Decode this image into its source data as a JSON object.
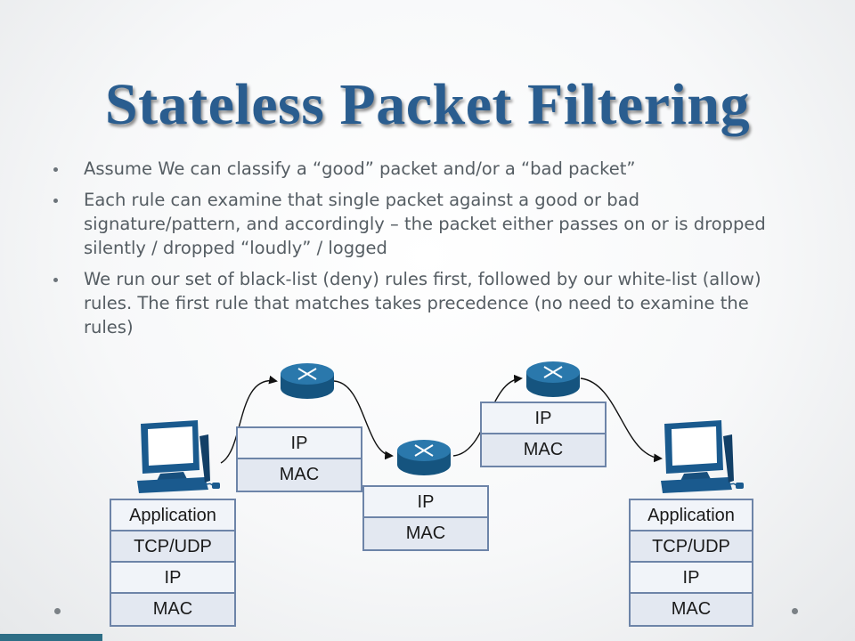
{
  "slide": {
    "title": "Stateless Packet Filtering",
    "bullets": [
      "Assume We can classify a “good” packet and/or a “bad packet”",
      "Each rule can examine that single packet against a good or bad signature/pattern, and accordingly – the packet either passes on or is dropped silently / dropped “loudly” / logged",
      "We run our set of black-list (deny) rules first, followed by our white-list (allow) rules. The first rule that matches takes precedence (no need to examine the rules)"
    ]
  },
  "diagram": {
    "left_host_stack": [
      "Application",
      "TCP/UDP",
      "IP",
      "MAC"
    ],
    "right_host_stack": [
      "Application",
      "TCP/UDP",
      "IP",
      "MAC"
    ],
    "hop_1_stack": [
      "IP",
      "MAC"
    ],
    "hop_2_stack": [
      "IP",
      "MAC"
    ],
    "hop_3_stack": [
      "IP",
      "MAC"
    ],
    "icons": [
      "computer-icon",
      "router-icon",
      "router-icon",
      "router-icon",
      "computer-icon"
    ],
    "colors": {
      "router": "#1f6b9a",
      "computer": "#17578a",
      "stack_border": "#6d84a8",
      "title": "#2a5d8f"
    }
  }
}
